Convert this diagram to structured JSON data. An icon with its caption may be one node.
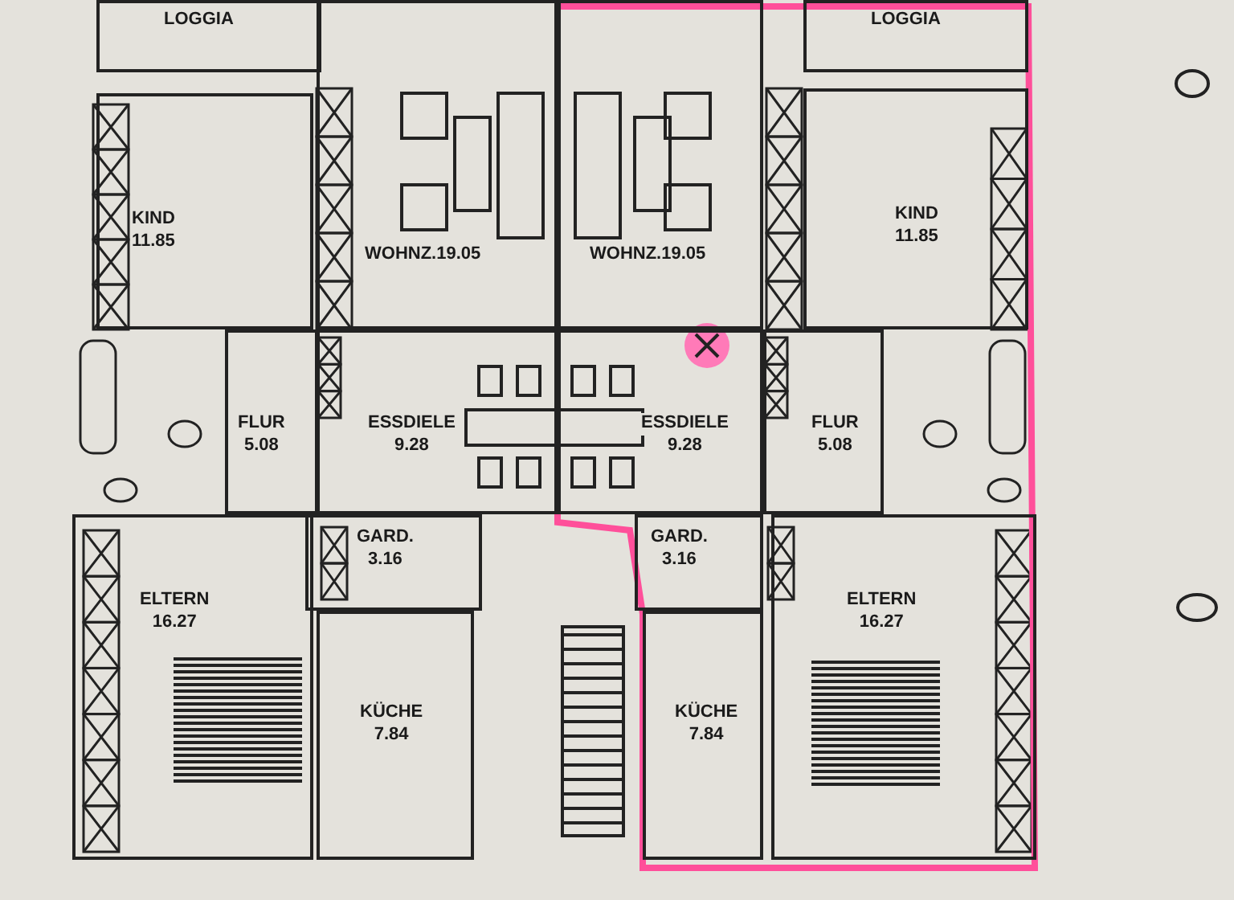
{
  "diagram": {
    "nodes": [
      {
        "text": [
          "LOGGIA"
        ]
      },
      {
        "text": [
          "LOGGIA"
        ]
      },
      {
        "text": [
          "KIND",
          "11.85"
        ]
      },
      {
        "text": [
          "WOHNZ.19.05"
        ]
      },
      {
        "text": [
          "WOHNZ.19.05"
        ]
      },
      {
        "text": [
          "KIND",
          "11.85"
        ]
      },
      {
        "text": [
          "FLUR",
          "5.08"
        ]
      },
      {
        "text": [
          "ESSDIELE",
          "9.28"
        ]
      },
      {
        "text": [
          "ESSDIELE",
          "9.28"
        ]
      },
      {
        "text": [
          "FLUR",
          "5.08"
        ]
      },
      {
        "text": [
          "GARD.",
          "3.16"
        ]
      },
      {
        "text": [
          "GARD.",
          "3.16"
        ]
      },
      {
        "text": [
          "ELTERN",
          "16.27"
        ]
      },
      {
        "text": [
          "KÜCHE",
          "7.84"
        ]
      },
      {
        "text": [
          "KÜCHE",
          "7.84"
        ]
      },
      {
        "text": [
          "ELTERN",
          "16.27"
        ]
      }
    ]
  }
}
